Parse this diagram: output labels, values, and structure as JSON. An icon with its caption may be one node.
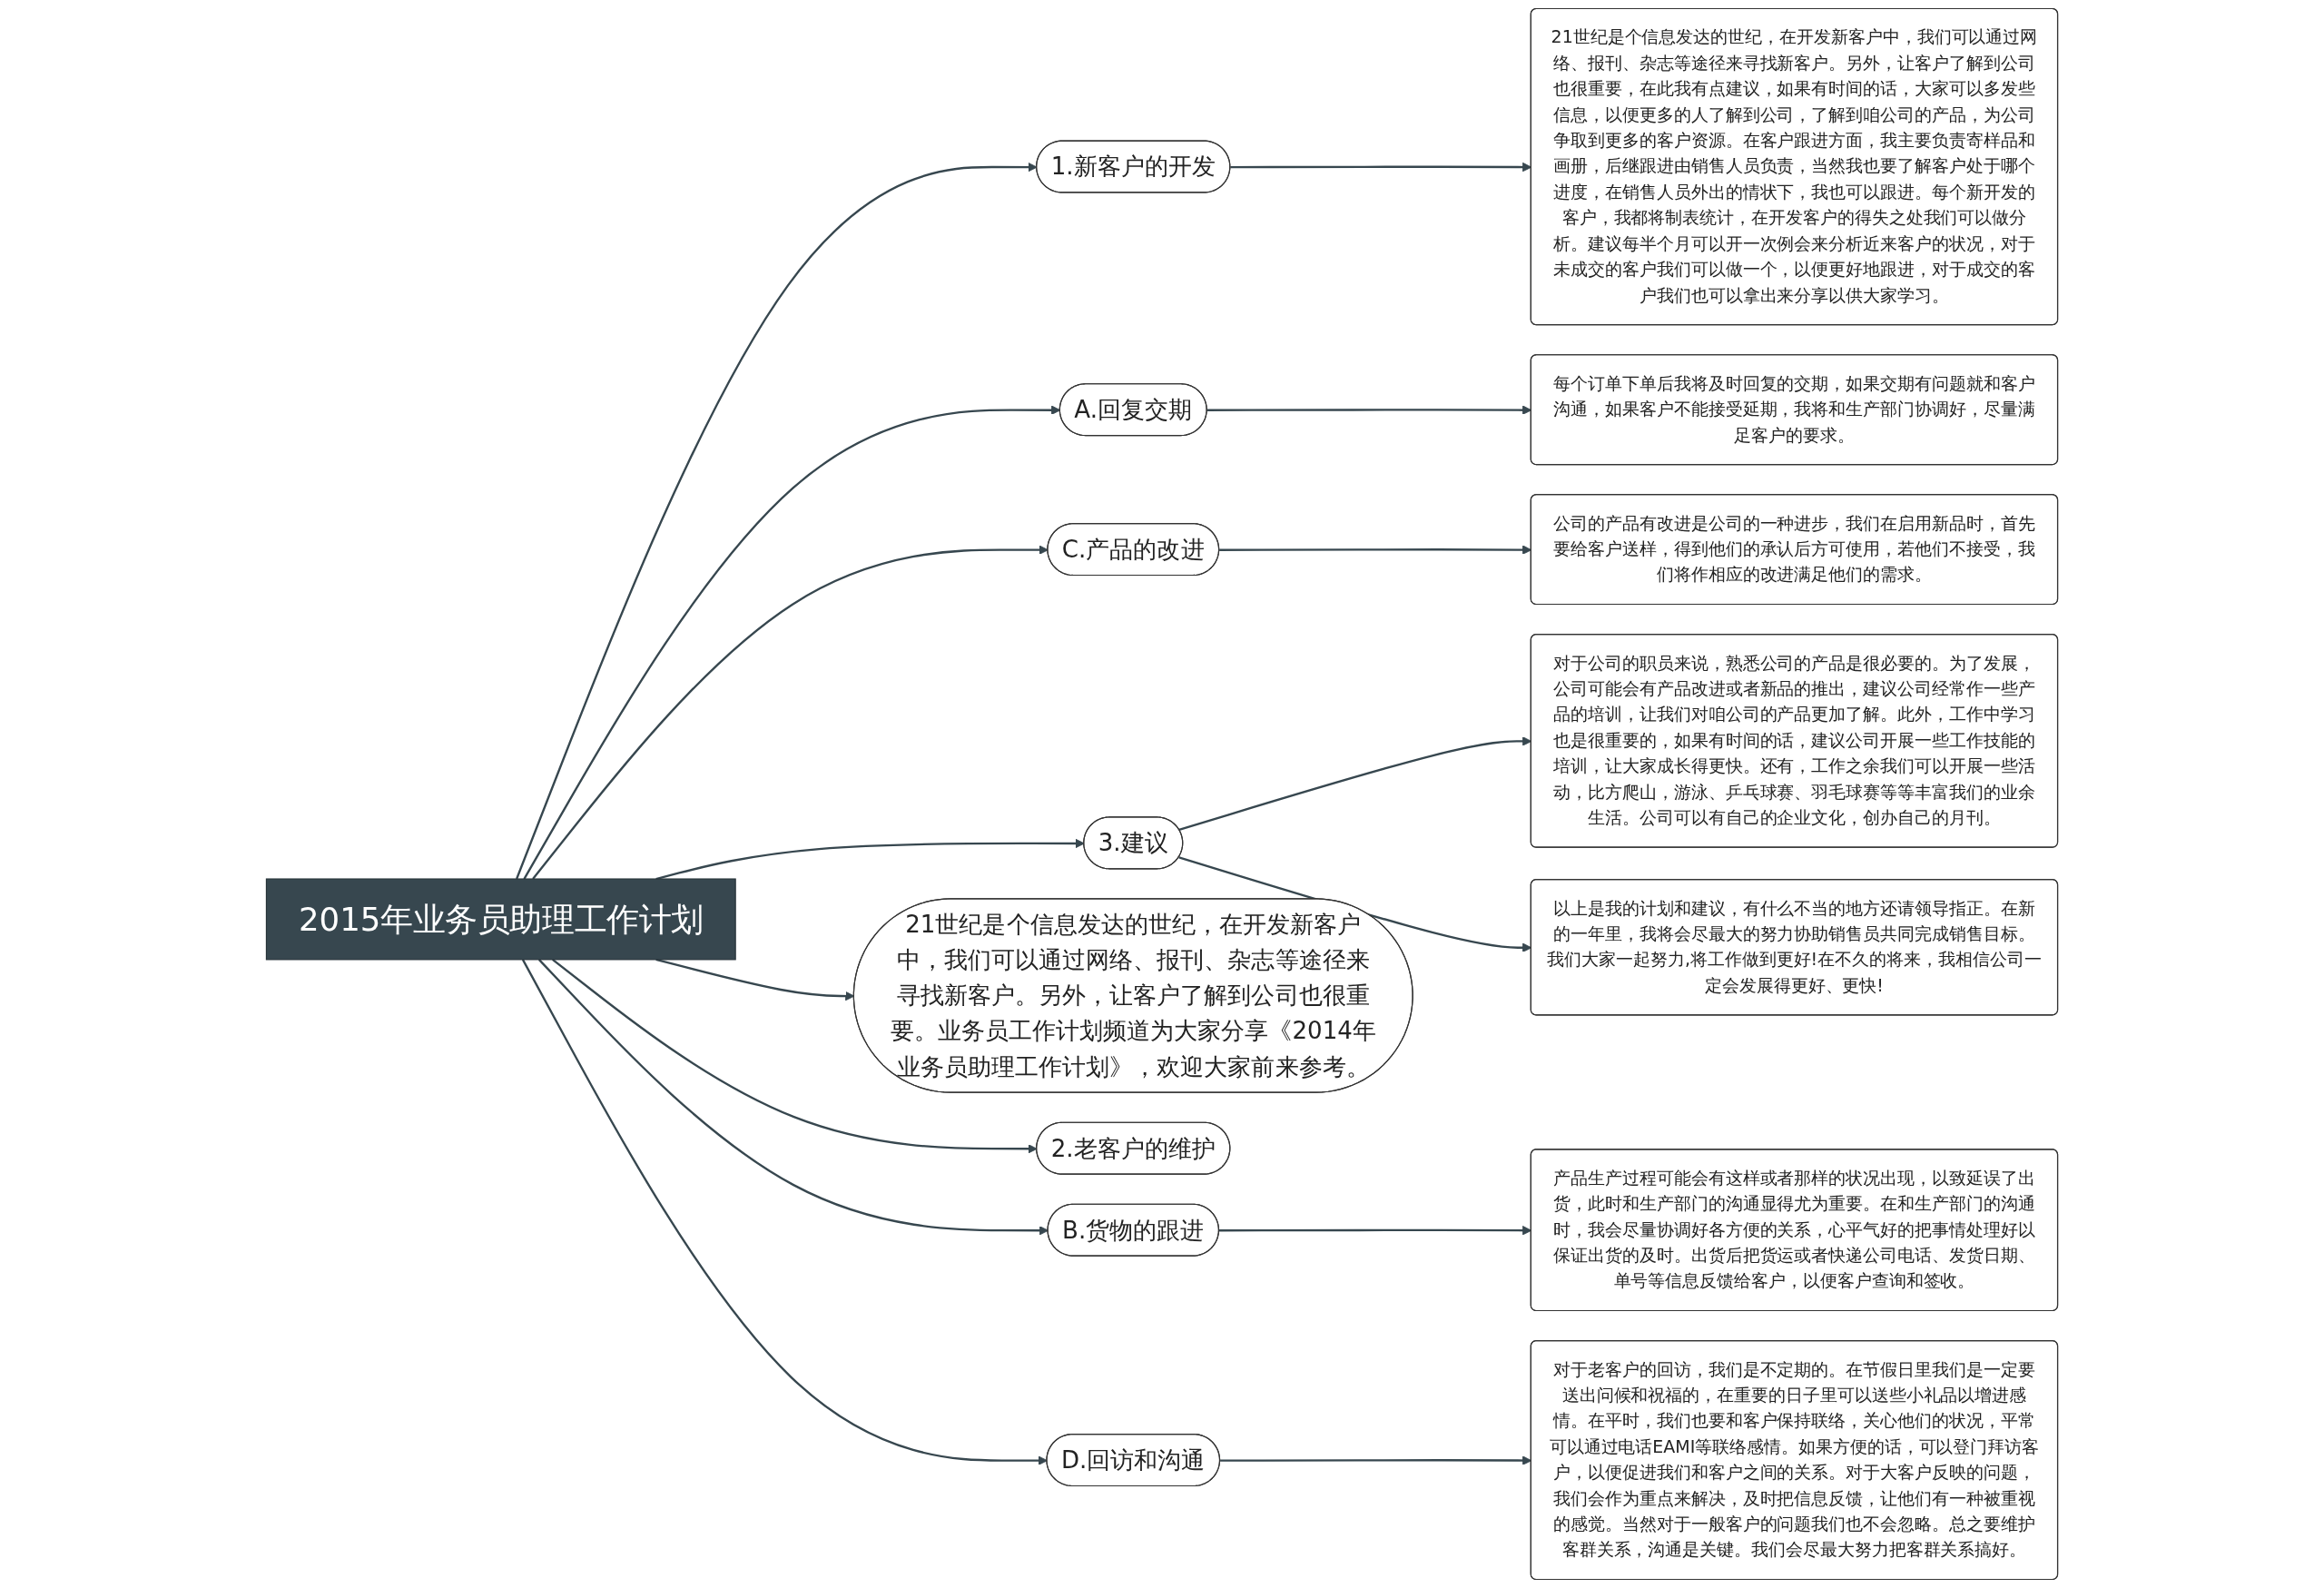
{
  "diagram": {
    "nodes": [
      {
        "text": [
          "2015年业务员助理工作计划"
        ]
      },
      {
        "text": [
          "1.新客户的开发"
        ]
      },
      {
        "text": [
          "21世纪是个信息发达的世纪，在开发新客户中，我们可以通过网络、报刊、杂志等途径来寻找新客户。另外，让客户了解到公司也很重要，在此我有点建议，如果有时间的话，大家可以多发些信息，以便更多的人了解到公司，了解到咱公司的产品，为公司争取到更多的客户资源。在客户跟进方面，我主要负责寄样品和画册，后继跟进由销售人员负责，当然我也要了解客户处于哪个进度，在销售人员外出的情状下，我也可以跟进。每个新开发的客户，我都将制表统计，在开发客户的得失之处我们可以做分析。建议每半个月可以开一次例会来分析近来客户的状况，对于未成交的客户我们可以做一个，以便更好地跟进，对于成交的客户我们也可以拿出来分享以供大家学习。"
        ]
      },
      {
        "text": [
          "A.回复交期"
        ]
      },
      {
        "text": [
          "每个订单下单后我将及时回复的交期，如果交期有问题就和客户沟通，如果客户不能接受延期，我将和生产部门协调好，尽量满足客户的要求。"
        ]
      },
      {
        "text": [
          "C.产品的改进"
        ]
      },
      {
        "text": [
          "公司的产品有改进是公司的一种进步，我们在启用新品时，首先要给客户送样，得到他们的承认后方可使用，若他们不接受，我们将作相应的改进满足他们的需求。"
        ]
      },
      {
        "text": [
          "3.建议"
        ]
      },
      {
        "text": [
          "对于公司的职员来说，熟悉公司的产品是很必要的。为了发展，公司可能会有产品改进或者新品的推出，建议公司经常作一些产品的培训，让我们对咱公司的产品更加了解。此外，工作中学习也是很重要的，如果有时间的话，建议公司开展一些工作技能的培训，让大家成长得更快。还有，工作之余我们可以开展一些活动，比方爬山，游泳、乒乓球赛、羽毛球赛等等丰富我们的业余生活。公司可以有自己的企业文化，创办自己的月刊。"
        ]
      },
      {
        "text": [
          "以上是我的计划和建议，有什么不当的地方还请领导指正。在新的一年里，我将会尽最大的努力协助销售员共同完成销售目标。我们大家一起努力,将工作做到更好!在不久的将来，我相信公司一定会发展得更好、更快!"
        ]
      },
      {
        "text": [
          "21世纪是个信息发达的世纪，在开发新客户中，我们可以通过网络、报刊、杂志等途径来寻找新客户。另外，让客户了解到公司也很重要。业务员工作计划频道为大家分享《2014年业务员助理工作计划》，欢迎大家前来参考。"
        ]
      },
      {
        "text": [
          "2.老客户的维护"
        ]
      },
      {
        "text": [
          "B.货物的跟进"
        ]
      },
      {
        "text": [
          "产品生产过程可能会有这样或者那样的状况出现，以致延误了出货，此时和生产部门的沟通显得尤为重要。在和生产部门的沟通时，我会尽量协调好各方便的关系，心平气好的把事情处理好以保证出货的及时。出货后把货运或者快递公司电话、发货日期、单号等信息反馈给客户，以便客户查询和签收。"
        ]
      },
      {
        "text": [
          "D.回访和沟通"
        ]
      },
      {
        "text": [
          "对于老客户的回访，我们是不定期的。在节假日里我们是一定要送出问候和祝福的，在重要的日子里可以送些小礼品以增进感情。在平时，我们也要和客户保持联络，关心他们的状况，平常可以通过电话EAMI等联络感情。如果方便的话，可以登门拜访客户，以便促进我们和客户之间的关系。对于大客户反映的问题，我们会作为重点来解决，及时把信息反馈，让他们有一种被重视的感觉。当然对于一般客户的问题我们也不会忽略。总之要维护客群关系，沟通是关键。我们会尽最大努力把客群关系搞好。"
        ]
      }
    ],
    "edges": [
      {
        "from": 0,
        "to": 10,
        "arrow": "to"
      },
      {
        "from": 0,
        "to": 1,
        "arrow": "to"
      },
      {
        "from": 1,
        "to": 2,
        "arrow": "to"
      },
      {
        "from": 0,
        "to": 3,
        "arrow": "to"
      },
      {
        "from": 3,
        "to": 4,
        "arrow": "to"
      },
      {
        "from": 0,
        "to": 5,
        "arrow": "to"
      },
      {
        "from": 5,
        "to": 6,
        "arrow": "to"
      },
      {
        "from": 0,
        "to": 7,
        "arrow": "to"
      },
      {
        "from": 7,
        "to": 8,
        "arrow": "to"
      },
      {
        "from": 7,
        "to": 9,
        "arrow": "to"
      },
      {
        "from": 0,
        "to": 11,
        "arrow": "to"
      },
      {
        "from": 0,
        "to": 12,
        "arrow": "to"
      },
      {
        "from": 12,
        "to": 13,
        "arrow": "to"
      },
      {
        "from": 0,
        "to": 14,
        "arrow": "to"
      },
      {
        "from": 14,
        "to": 15,
        "arrow": "to"
      }
    ]
  }
}
